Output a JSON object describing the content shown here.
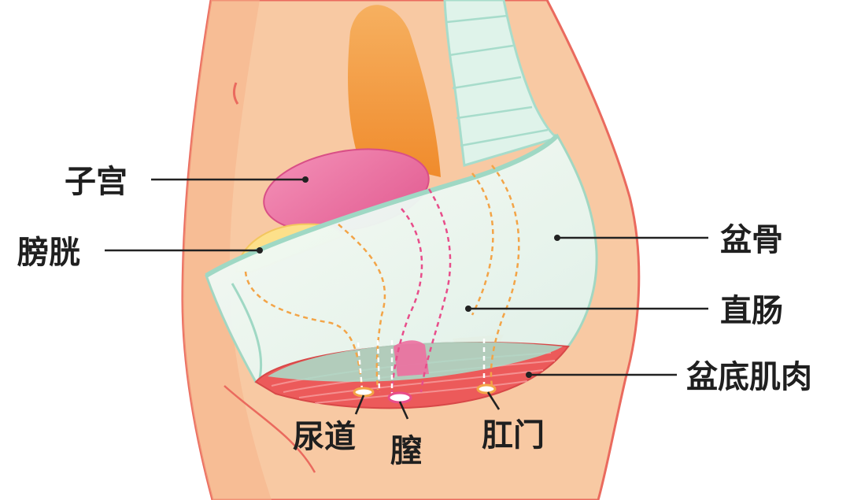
{
  "labels": {
    "uterus": "子宫",
    "bladder": "膀胱",
    "pelvis": "盆骨",
    "rectum": "直肠",
    "pelvic_floor_muscle": "盆底肌肉",
    "urethra": "尿道",
    "vagina": "膣",
    "anus": "肛门"
  },
  "colors": {
    "skin": "#f8c9a3",
    "skin_outline": "#ea6a5e",
    "spine": "#dff3ea",
    "spine_outline": "#a7dccb",
    "rectum_orange": "#f39a3a",
    "uterus_pink": "#ec6fa0",
    "bladder_yellow": "#fde08a",
    "pelvis_fill": "#eaf7f1",
    "pelvis_outline": "#9fd8c4",
    "muscle_red": "#ec5a5a",
    "dashed_orange": "#f3a447",
    "dashed_pink": "#e84d8a"
  }
}
